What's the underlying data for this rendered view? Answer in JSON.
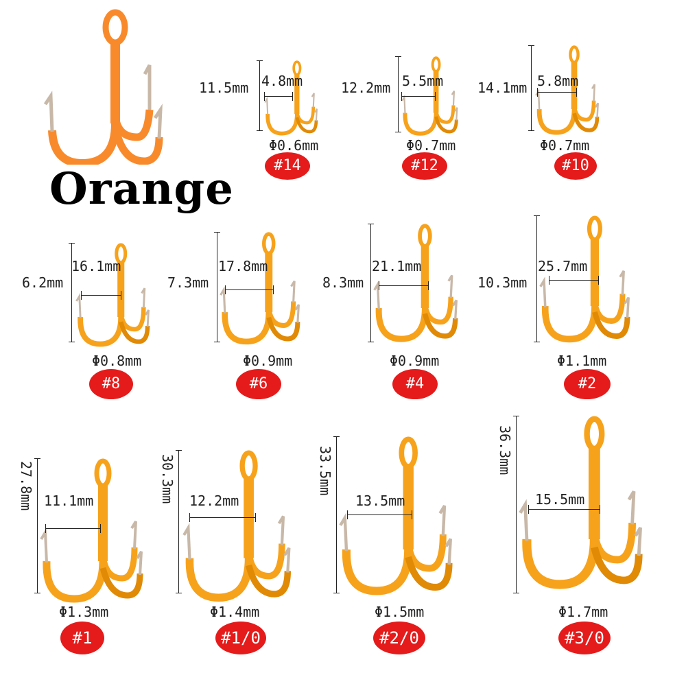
{
  "title": "Orange",
  "colors": {
    "hook": "#f7a21b",
    "hook_shade": "#e08a06",
    "hero_hook": "#f98a2c",
    "point": "#c8b8a8",
    "badge": "#e51b1b",
    "line": "#222222"
  },
  "hooks": [
    {
      "size": "#14",
      "height": "11.5mm",
      "gap": "4.8mm",
      "wire": "Φ0.6mm"
    },
    {
      "size": "#12",
      "height": "12.2mm",
      "gap": "5.5mm",
      "wire": "Φ0.7mm"
    },
    {
      "size": "#10",
      "height": "14.1mm",
      "gap": "5.8mm",
      "wire": "Φ0.7mm"
    },
    {
      "size": "#8",
      "height": "6.2mm",
      "gap": "16.1mm",
      "wire": "Φ0.8mm"
    },
    {
      "size": "#6",
      "height": "7.3mm",
      "gap": "17.8mm",
      "wire": "Φ0.9mm"
    },
    {
      "size": "#4",
      "height": "8.3mm",
      "gap": "21.1mm",
      "wire": "Φ0.9mm"
    },
    {
      "size": "#2",
      "height": "10.3mm",
      "gap": "25.7mm",
      "wire": "Φ1.1mm"
    },
    {
      "size": "#1",
      "height": "27.8mm",
      "gap": "11.1mm",
      "wire": "Φ1.3mm"
    },
    {
      "size": "#1/0",
      "height": "30.3mm",
      "gap": "12.2mm",
      "wire": "Φ1.4mm"
    },
    {
      "size": "#2/0",
      "height": "33.5mm",
      "gap": "13.5mm",
      "wire": "Φ1.5mm"
    },
    {
      "size": "#3/0",
      "height": "36.3mm",
      "gap": "15.5mm",
      "wire": "Φ1.7mm"
    }
  ]
}
